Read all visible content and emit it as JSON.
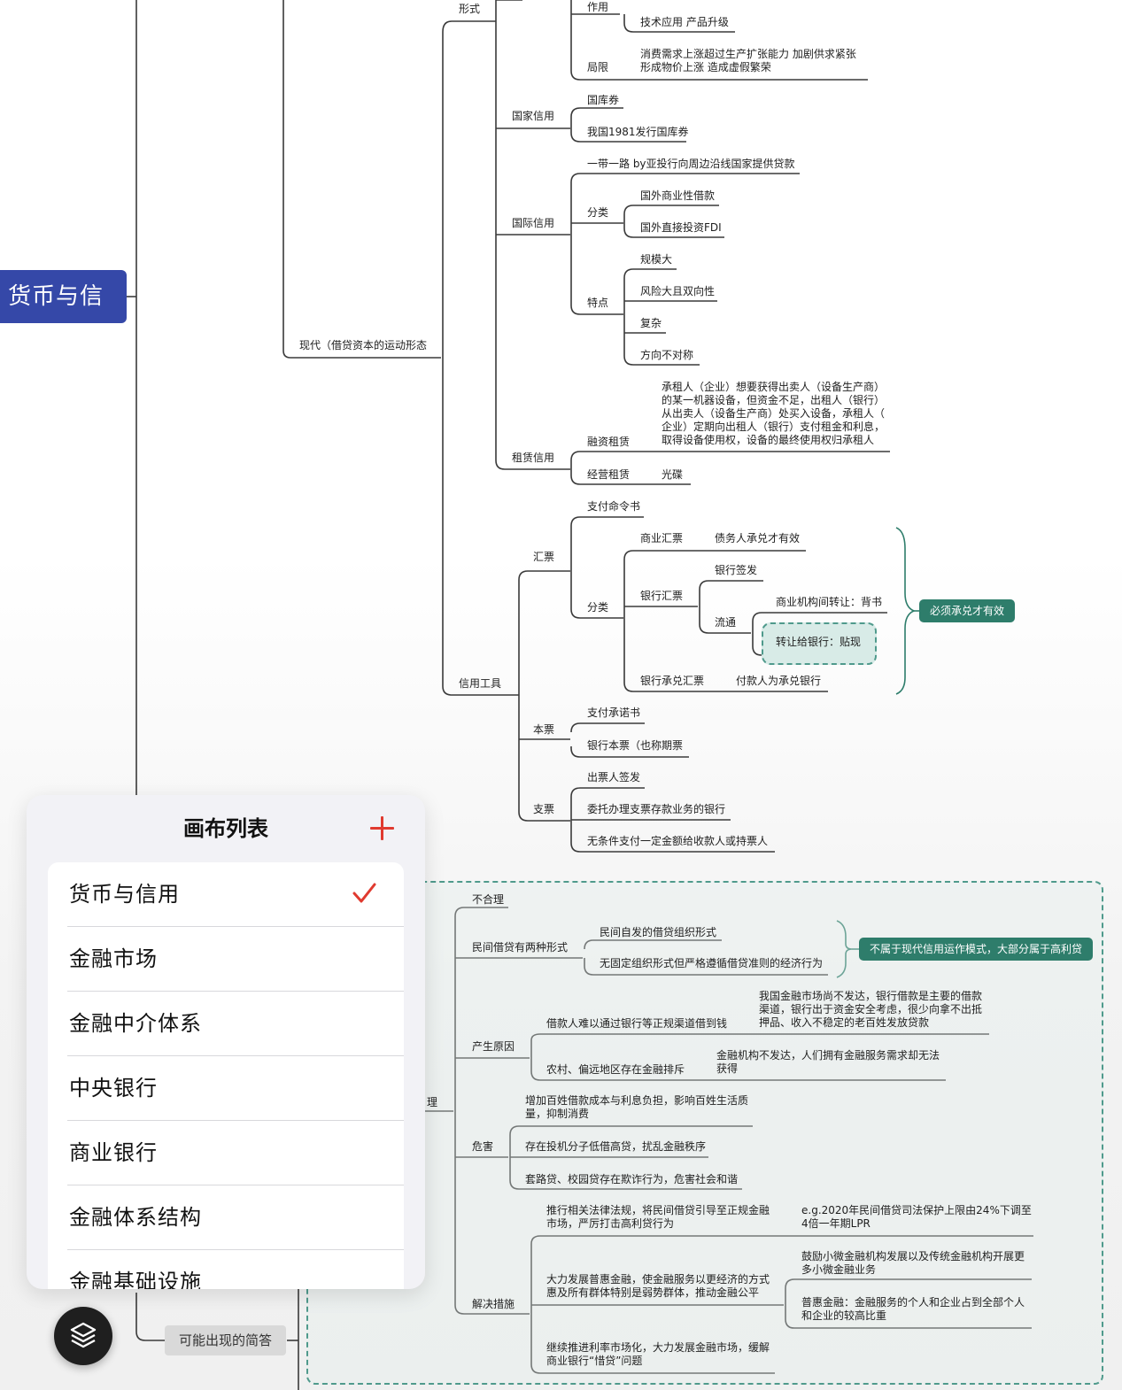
{
  "root": {
    "label": "货币与信用"
  },
  "nodes": {
    "xingshi": "形式",
    "zuoyong": "作用",
    "jishu": "技术应用 产品升级",
    "juxian": "局限",
    "juxian_text": "消费需求上涨超过生产扩张能力 加剧供求紧张\n形成物价上涨 造成虚假繁荣",
    "guojia": "国家信用",
    "guokuquan": "国库券",
    "woguo": "我国1981发行国库券",
    "yidaiyilu": "一带一路 by亚投行向周边沿线国家提供贷款",
    "guoji": "国际信用",
    "fenlei1": "分类",
    "guowai_shangye": "国外商业性借款",
    "guowai_fdi": "国外直接投资FDI",
    "tedian": "特点",
    "guimo": "规模大",
    "fengxian": "风险大且双向性",
    "fuza": "复杂",
    "fangxiang": "方向不对称",
    "xiandai": "现代（借贷资本的运动形态",
    "rongzi_text": "承租人（企业）想要获得出卖人（设备生产商）\n的某一机器设备，但资金不足，出租人（银行）\n从出卖人（设备生产商）处买入设备，承租人（\n企业）定期向出租人（银行）支付租金和利息，\n取得设备使用权，设备的最终使用权归承租人",
    "rongzi": "融资租赁",
    "zulin": "租赁信用",
    "jingying": "经营租赁",
    "guangdie": "光碟",
    "zhifu_mingling": "支付命令书",
    "huipiao": "汇票",
    "shangye_huipiao": "商业汇票",
    "zhaiwu": "债务人承兑才有效",
    "yinhang_qianfa": "银行签发",
    "fenlei2": "分类",
    "yinhang_huipiao": "银行汇票",
    "shangye_jigou": "商业机构间转让：背书",
    "liutong": "流通",
    "zhuanrang": "转让给银行：贴现",
    "bixu": "必须承兑才有效",
    "chengdui": "银行承兑汇票",
    "fukuanren": "付款人为承兑银行",
    "xinyong_gongju": "信用工具",
    "zhifu_chengnuo": "支付承诺书",
    "benpiao": "本票",
    "yinhang_benpiao": "银行本票（也称期票",
    "chupiao": "出票人签发",
    "zhipiao": "支票",
    "weituo": "委托办理支票存款业务的银行",
    "wutiaojian": "无条件支付一定金额给收款人或持票人",
    "buheli": "不合理",
    "liangzhong": "民间借贷有两种形式",
    "zifa": "民间自发的借贷组织形式",
    "wuguding": "无固定组织形式但严格遵循借贷准则的经济行为",
    "bushuyu": "不属于现代信用运作模式，大部分属于高利贷",
    "woguo_jinrong": "我国金融市场尚不发达，银行借款是主要的借款\n渠道，银行出于资金安全考虑，很少向拿不出抵\n押品、收入不稳定的老百姓发放贷款",
    "jiekuanren": "借款人难以通过银行等正规渠道借到钱",
    "chansheng": "产生原因",
    "jinrong_jigou": "金融机构不发达，人们拥有金融服务需求却无法\n获得",
    "nongcun": "农村、偏远地区存在金融排斥",
    "li_partial": "理",
    "zengjia": "增加百姓借款成本与利息负担，影响百姓生活质\n量，抑制消费",
    "weihai": "危害",
    "touji": "存在投机分子低借高贷，扰乱金融秩序",
    "taolu": "套路贷、校园贷存在欺诈行为，危害社会和谐",
    "tuixing": "推行相关法律法规，将民间借贷引导至正规金融\n市场，严厉打击高利贷行为",
    "eg2020": "e.g.2020年民间借贷司法保护上限由24%下调至\n4倍一年期LPR",
    "guli": "鼓励小微金融机构发展以及传统金融机构开展更\n多小微金融业务",
    "dali": "大力发展普惠金融，使金融服务以更经济的方式\n惠及所有群体特别是弱势群体，推动金融公平",
    "jiejue": "解决措施",
    "puhui": "普惠金融：金融服务的个人和企业占到全部个人\n和企业的较高比重",
    "jixu": "继续推进利率市场化，大力发展金融市场，缓解\n商业银行“惜贷”问题",
    "keneng": "可能出现的简答"
  },
  "panel": {
    "title": "画布列表",
    "add_icon": "plus-icon",
    "items": [
      {
        "label": "货币与信用",
        "selected": true
      },
      {
        "label": "金融市场"
      },
      {
        "label": "金融中介体系"
      },
      {
        "label": "中央银行"
      },
      {
        "label": "商业银行"
      },
      {
        "label": "金融体系结构"
      },
      {
        "label": "金融基础设施"
      }
    ]
  },
  "layers_button": {
    "icon": "layers-icon"
  },
  "colors": {
    "accent": "#2e7d6b",
    "root": "#3548a8",
    "check": "#e03a2f",
    "line": "#333333"
  }
}
